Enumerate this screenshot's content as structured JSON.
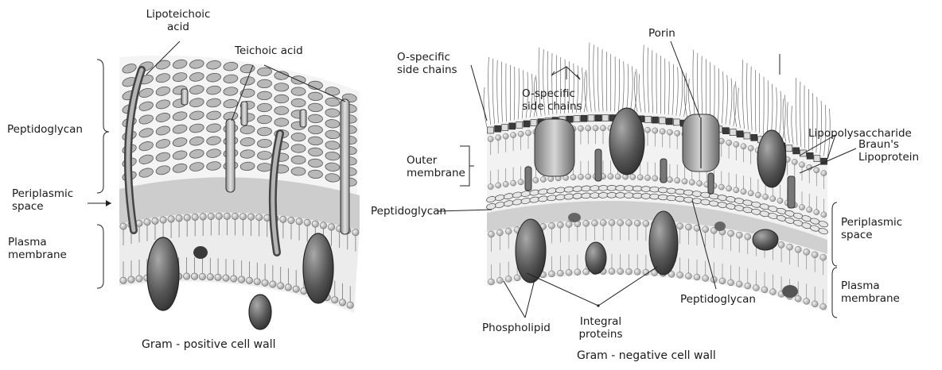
{
  "gram_positive": {
    "labels": {
      "lipoteichoic_acid": [
        "Lipoteichoic",
        "acid"
      ],
      "teichoic_acid": "Teichoic acid",
      "peptidoglycan": "Peptidoglycan",
      "periplasmic_space": [
        "Periplasmic",
        "space"
      ],
      "plasma_membrane": [
        "Plasma",
        "membrane"
      ]
    },
    "caption": "Gram - positive cell wall"
  },
  "gram_negative": {
    "labels": {
      "o_specific_left": [
        "O-specific",
        "side chains"
      ],
      "o_specific_center": [
        "O-specific",
        "side chains"
      ],
      "porin": "Porin",
      "lipopolysaccharide": "Lipopolysaccharide",
      "brauns_lipoprotein": [
        "Braun's",
        "Lipoprotein"
      ],
      "outer_membrane": [
        "Outer",
        "membrane"
      ],
      "peptidoglycan_left": "Peptidoglycan",
      "periplasmic_space": [
        "Periplasmic",
        "space"
      ],
      "plasma_membrane": [
        "Plasma",
        "membrane"
      ],
      "peptidoglycan_bottom": "Peptidoglycan",
      "phospholipid": "Phospholipid",
      "integral_proteins": [
        "Integral",
        "proteins"
      ]
    },
    "caption": "Gram - negative cell wall"
  },
  "colors": {
    "line": "#111111",
    "lipid_head": "#c4c4c4",
    "protein": "#5a5a5a",
    "periplasm": "#cfcfcf",
    "peptidoglycan": "#b0b0b0"
  }
}
